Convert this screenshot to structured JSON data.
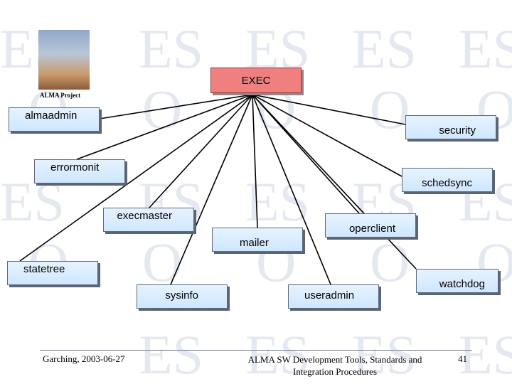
{
  "header": {
    "logo_caption": "ALMA Project"
  },
  "diagram": {
    "root": "EXEC",
    "nodes": [
      {
        "id": "almaadmin",
        "label": "almaadmin"
      },
      {
        "id": "security",
        "label": "security"
      },
      {
        "id": "errormonit",
        "label": "errormonit"
      },
      {
        "id": "schedsync",
        "label": "schedsync"
      },
      {
        "id": "execmaster",
        "label": "execmaster"
      },
      {
        "id": "operclient",
        "label": "operclient"
      },
      {
        "id": "mailer",
        "label": "mailer"
      },
      {
        "id": "statetree",
        "label": "statetree"
      },
      {
        "id": "watchdog",
        "label": "watchdog"
      },
      {
        "id": "sysinfo",
        "label": "sysinfo"
      },
      {
        "id": "useradmin",
        "label": "useradmin"
      }
    ],
    "edges": [
      [
        "EXEC",
        "almaadmin"
      ],
      [
        "EXEC",
        "security"
      ],
      [
        "EXEC",
        "errormonit"
      ],
      [
        "EXEC",
        "schedsync"
      ],
      [
        "EXEC",
        "execmaster"
      ],
      [
        "EXEC",
        "operclient"
      ],
      [
        "EXEC",
        "mailer"
      ],
      [
        "EXEC",
        "statetree"
      ],
      [
        "EXEC",
        "watchdog"
      ],
      [
        "EXEC",
        "sysinfo"
      ],
      [
        "EXEC",
        "useradmin"
      ]
    ]
  },
  "footer": {
    "left": "Garching, 2003-06-27",
    "center_line1": "ALMA SW Development Tools, Standards and",
    "center_line2": "Integration Procedures",
    "page_number": "41"
  },
  "colors": {
    "root_fill": "#f08080",
    "node_fill": "#cfe7ff",
    "edge": "#000000"
  }
}
